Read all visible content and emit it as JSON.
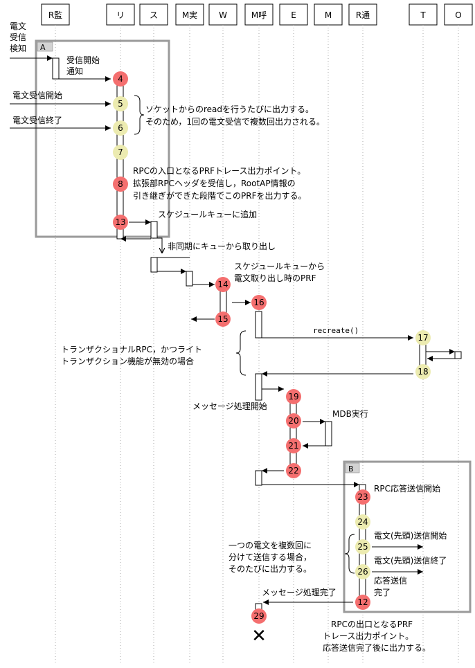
{
  "colors": {
    "red_marker": "#f46f6f",
    "yellow_marker": "#ecebb0",
    "frame_gray": "#9a9a9a",
    "frame_tag_fill": "#d3d3d3"
  },
  "lifelines": [
    "R監",
    "リ",
    "ス",
    "M実",
    "W",
    "M呼",
    "E",
    "M",
    "R通",
    "T",
    "O"
  ],
  "frames": {
    "a": "A",
    "b": "B"
  },
  "markers": [
    "4",
    "5",
    "6",
    "7",
    "8",
    "13",
    "14",
    "15",
    "16",
    "17",
    "18",
    "19",
    "20",
    "21",
    "22",
    "23",
    "24",
    "25",
    "26",
    "12",
    "29"
  ],
  "labels": {
    "recv_detect": [
      "電文",
      "受信",
      "検知"
    ],
    "recv_start_notify": [
      "受信開始",
      "通知"
    ],
    "msg_recv_start": "電文受信開始",
    "msg_recv_end": "電文受信終了",
    "socket_note": [
      "ソケットからのreadを行うたびに出力する。",
      "そのため，1回の電文受信で複数回出力される。"
    ],
    "rpc_entry_note": [
      "RPCの入口となるPRFトレース出力ポイント。",
      "拡張部RPCヘッダを受信し，RootAP情報の",
      "引き継ぎができた段階でこのPRFを出力する。"
    ],
    "add_sched_queue": "スケジュールキューに追加",
    "async_take": "非同期にキューから取り出し",
    "sched_take": [
      "スケジュールキューから",
      "電文取り出し時のPRF"
    ],
    "recreate": "recreate()",
    "txn_note": [
      "トランザクショナルRPC，かつライト",
      "トランザクション機能が無効の場合"
    ],
    "msg_proc_start": "メッセージ処理開始",
    "mdb_exec": "MDB実行",
    "rpc_resp_send_start": "RPC応答送信開始",
    "multi_send_note": [
      "一つの電文を複数回に",
      "分けて送信する場合，",
      "そのたびに出力する。"
    ],
    "msg_first_send_start": "電文(先頭)送信開始",
    "msg_first_send_end": "電文(先頭)送信終了",
    "resp_send_done": [
      "応答送信",
      "完了"
    ],
    "msg_proc_done": "メッセージ処理完了",
    "rpc_exit_note": [
      "RPCの出口となるPRF",
      "トレース出力ポイント。",
      "応答送信完了後に出力する。"
    ],
    "terminate_mark": "✕"
  }
}
